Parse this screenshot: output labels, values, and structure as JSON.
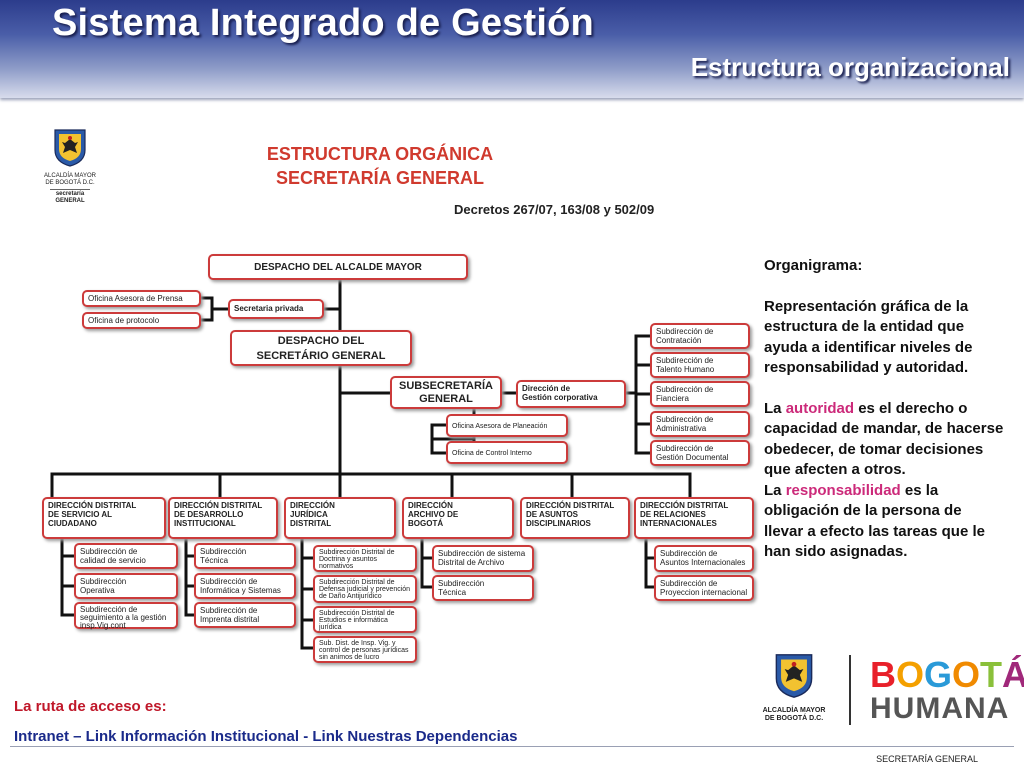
{
  "header": {
    "title": "Sistema Integrado de Gestión",
    "subtitle": "Estructura organizacional"
  },
  "logo_small": {
    "caption_1": "ALCALDÍA MAYOR",
    "caption_2": "DE BOGOTÁ D.C.",
    "caption_3": "secretaría",
    "caption_4": "GENERAL"
  },
  "chart": {
    "title_1": "ESTRUCTURA ORGÁNICA",
    "title_2": "SECRETARÍA GENERAL",
    "decrees": "Decretos 267/07, 163/08 y 502/09"
  },
  "org": {
    "despacho_alcalde": "DESPACHO DEL ALCALDE MAYOR",
    "prensa": "Oficina Asesora de Prensa",
    "protocolo": "Oficina de protocolo",
    "sec_privada": "Secretaria privada",
    "despacho_sec_1": "DESPACHO DEL",
    "despacho_sec_2": "SECRETÁRIO GENERAL",
    "subsec_1": "SUBSECRETARÍA",
    "subsec_2": "GENERAL",
    "dir_corp_1": "Dirección de",
    "dir_corp_2": "Gestión  corporativa",
    "planeacion": "Oficina Asesora de Planeación",
    "control": "Oficina  de Control Interno",
    "right_subs": [
      {
        "l1": "Subdirección de",
        "l2": "Contratación"
      },
      {
        "l1": "Subdirección de",
        "l2": "Talento Humano"
      },
      {
        "l1": "Subdirección de",
        "l2": "Fianciera"
      },
      {
        "l1": "Subdirección de",
        "l2": "Administrativa"
      },
      {
        "l1": "Subdirección de",
        "l2": "Gestión Documental"
      }
    ],
    "directions": [
      {
        "l1": "DIRECCIÓN DISTRITAL",
        "l2": "DE SERVICIO AL",
        "l3": "CIUDADANO"
      },
      {
        "l1": "DIRECCIÓN DISTRITAL",
        "l2": "DE DESARROLLO",
        "l3": "INSTITUCIONAL"
      },
      {
        "l1": "DIRECCIÓN",
        "l2": "JURÍDICA",
        "l3": "DISTRITAL"
      },
      {
        "l1": "DIRECCIÓN",
        "l2": "ARCHIVO DE",
        "l3": "BOGOTÁ"
      },
      {
        "l1": "DIRECCIÓN  DISTRITAL",
        "l2": "DE ASUNTOS",
        "l3": "DISCIPLINARIOS"
      },
      {
        "l1": "DIRECCIÓN  DISTRITAL",
        "l2": "DE RELACIONES",
        "l3": "INTERNACIONALES"
      }
    ],
    "subs_servicio": [
      {
        "l1": "Subdirección  de",
        "l2": "calidad de servicio"
      },
      {
        "l1": "Subdirección",
        "l2": "Operativa"
      },
      {
        "l1": "Subdirección de",
        "l2": "seguimiento a la gestión",
        "l3": "insp.Vig.cont"
      }
    ],
    "subs_desarrollo": [
      {
        "l1": "Subdirección",
        "l2": "Técnica"
      },
      {
        "l1": "Subdirección de",
        "l2": "Informática y Sistemas"
      },
      {
        "l1": "Subdirección de",
        "l2": "Imprenta distrital"
      }
    ],
    "subs_juridica": [
      {
        "l1": "Subdirección Distrital de",
        "l2": "Doctrina y asuntos",
        "l3": "normativos"
      },
      {
        "l1": "Subdirección Distrital de",
        "l2": "Defensa judicial y prevención",
        "l3": "de Daño Antijurídico"
      },
      {
        "l1": "Subdirección Distrital de",
        "l2": "Estudios e informática",
        "l3": "jurídica"
      },
      {
        "l1": "Sub. Dist. de Insp. Vig. y",
        "l2": "control de personas   jurídicas",
        "l3": "sin animos de lucro"
      }
    ],
    "subs_archivo": [
      {
        "l1": "Subdirección de sistema",
        "l2": "Distrital de Archivo"
      },
      {
        "l1": "Subdirección",
        "l2": "Técnica"
      }
    ],
    "subs_internacionales": [
      {
        "l1": "Subdirección de",
        "l2": "Asuntos Internacionales"
      },
      {
        "l1": "Subdirección de",
        "l2": "Proyeccion internacional"
      }
    ]
  },
  "side": {
    "heading": "Organigrama:",
    "definition": "Representación gráfica de la estructura de la entidad que ayuda a identificar niveles de responsabilidad y autoridad.",
    "auth_pre": "La ",
    "auth_word": "autoridad",
    "auth_post": " es el derecho o capacidad de mandar, de hacerse obedecer, de tomar decisiones que afecten a otros.",
    "resp_pre": "La ",
    "resp_word": "responsabilidad",
    "resp_post": " es la obligación de la persona de llevar a efecto las tareas que le han sido asignadas."
  },
  "access": {
    "label": "La ruta de acceso es:",
    "path": "Intranet – Link Información Institucional - Link Nuestras Dependencias"
  },
  "logos": {
    "alcaldia_1": "ALCALDÍA MAYOR",
    "alcaldia_2": "DE BOGOTÁ D.C.",
    "bogota_letters": [
      "B",
      "O",
      "G",
      "O",
      "T",
      "Á"
    ],
    "humana": "HUMANA",
    "colors": [
      "#e8202a",
      "#f4a000",
      "#2a9ad8",
      "#f08a00",
      "#8ac03a",
      "#a0287a"
    ]
  },
  "footer": {
    "text": "SECRETARÍA GENERAL"
  }
}
